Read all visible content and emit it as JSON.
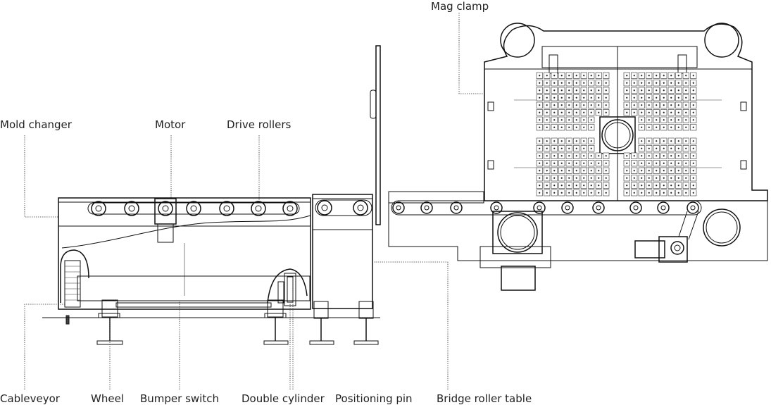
{
  "labels": {
    "mag_clamp": "Mag clamp",
    "mold_changer": "Mold changer",
    "motor": "Motor",
    "drive_rollers": "Drive rollers",
    "cableveyor": "Cableveyor",
    "wheel": "Wheel",
    "bumper_switch": "Bumper switch",
    "double_cylinder": "Double cylinder",
    "positioning_pin": "Positioning pin",
    "bridge_roller_table": "Bridge roller table"
  }
}
